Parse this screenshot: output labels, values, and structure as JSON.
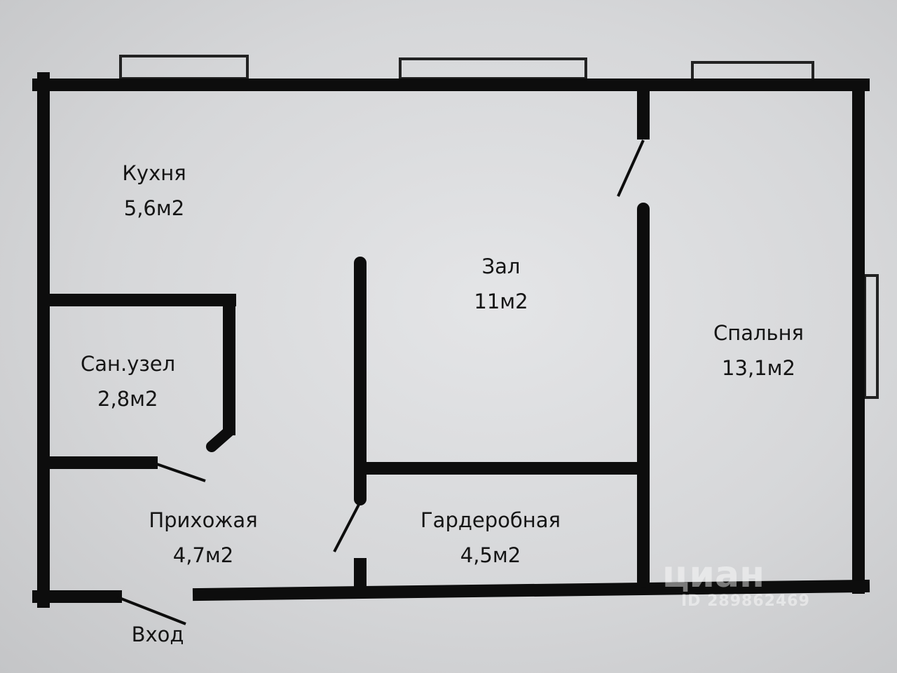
{
  "rooms": [
    {
      "name": "Кухня",
      "area": "5,6м2"
    },
    {
      "name": "Зал",
      "area": "11м2"
    },
    {
      "name": "Спальня",
      "area": "13,1м2"
    },
    {
      "name": "Сан.узел",
      "area": "2,8м2"
    },
    {
      "name": "Прихожая",
      "area": "4,7м2"
    },
    {
      "name": "Гардеробная",
      "area": "4,5м2"
    }
  ],
  "entrance_label": "Вход",
  "watermark": {
    "brand": "циан",
    "id": "ID 289862469"
  },
  "colors": {
    "wall": "#0d0d0d",
    "background": "#d6d7d9"
  }
}
